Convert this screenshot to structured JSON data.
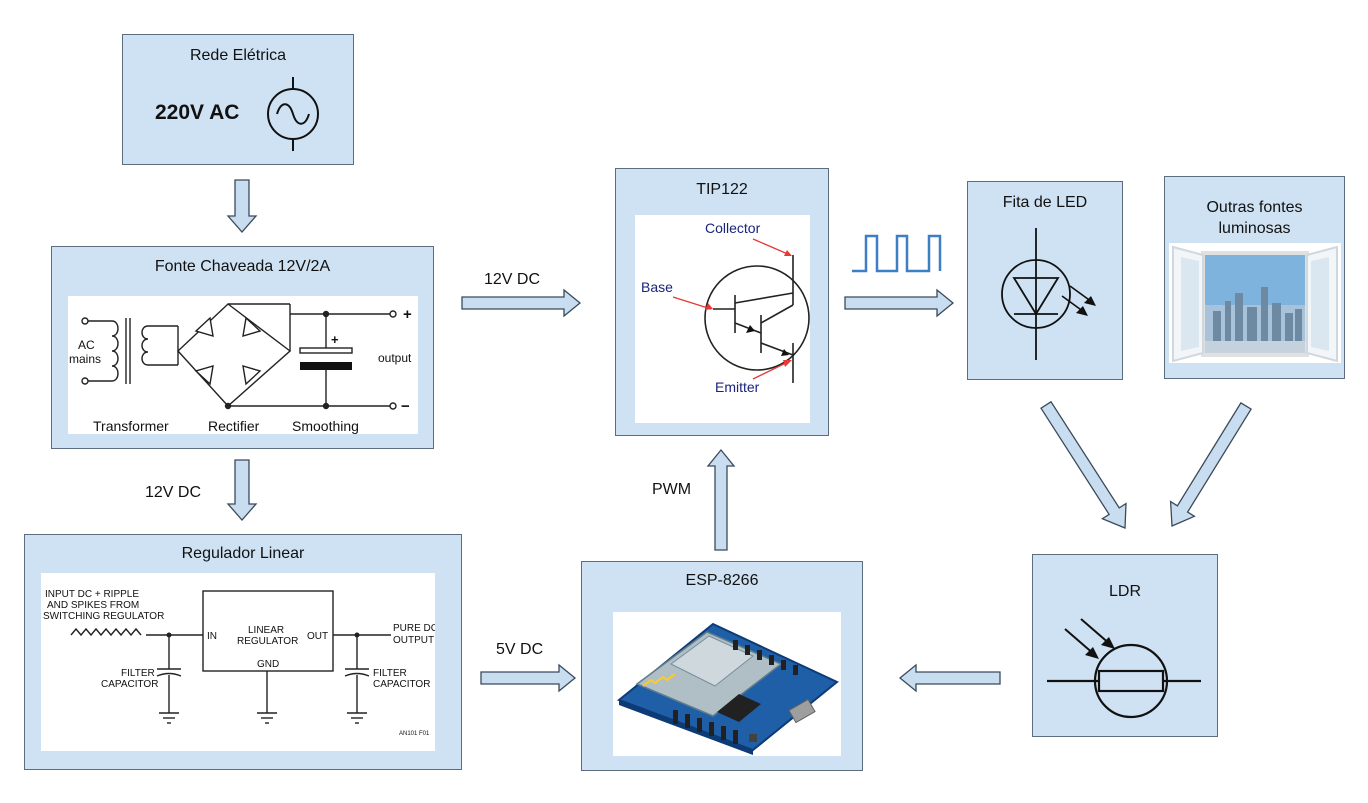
{
  "blocks": {
    "rede": {
      "title": "Rede Elétrica",
      "voltage": "220V AC"
    },
    "fonte": {
      "title": "Fonte Chaveada 12V/2A",
      "labels": {
        "ac1": "AC",
        "ac2": "mains",
        "output": "output",
        "plus": "+",
        "minus": "−",
        "cap_plus": "+",
        "transformer": "Transformer",
        "rectifier": "Rectifier",
        "smoothing": "Smoothing"
      }
    },
    "regulador": {
      "title": "Regulador Linear",
      "labels": {
        "input1": "INPUT DC + RIPPLE",
        "input2": "AND SPIKES FROM",
        "input3": "SWITCHING REGULATOR",
        "in": "IN",
        "ic1": "LINEAR",
        "ic2": "REGULATOR",
        "out": "OUT",
        "gnd": "GND",
        "pure1": "PURE DC",
        "pure2": "OUTPUT",
        "filter": "FILTER",
        "capacitor": "CAPACITOR",
        "code": "AN101 F01"
      }
    },
    "tip": {
      "title": "TIP122",
      "labels": {
        "collector": "Collector",
        "base": "Base",
        "emitter": "Emitter"
      }
    },
    "esp": {
      "title": "ESP-8266"
    },
    "led": {
      "title": "Fita de LED"
    },
    "outras": {
      "title_line1": "Outras fontes",
      "title_line2": "luminosas"
    },
    "ldr": {
      "title": "LDR"
    }
  },
  "connections": {
    "fonte_to_tip": "12V DC",
    "fonte_to_reg": "12V DC",
    "reg_to_esp": "5V DC",
    "esp_to_tip": "PWM"
  },
  "colors": {
    "block_fill": "#cfe2f3",
    "block_border": "#5b6d7e",
    "arrow_fill": "#c9ddf0",
    "arrow_stroke": "#3b4a5a",
    "signal_blue": "#3d7fc4",
    "red_arrow": "#e53935",
    "pcb_blue": "#1f5fa8"
  }
}
